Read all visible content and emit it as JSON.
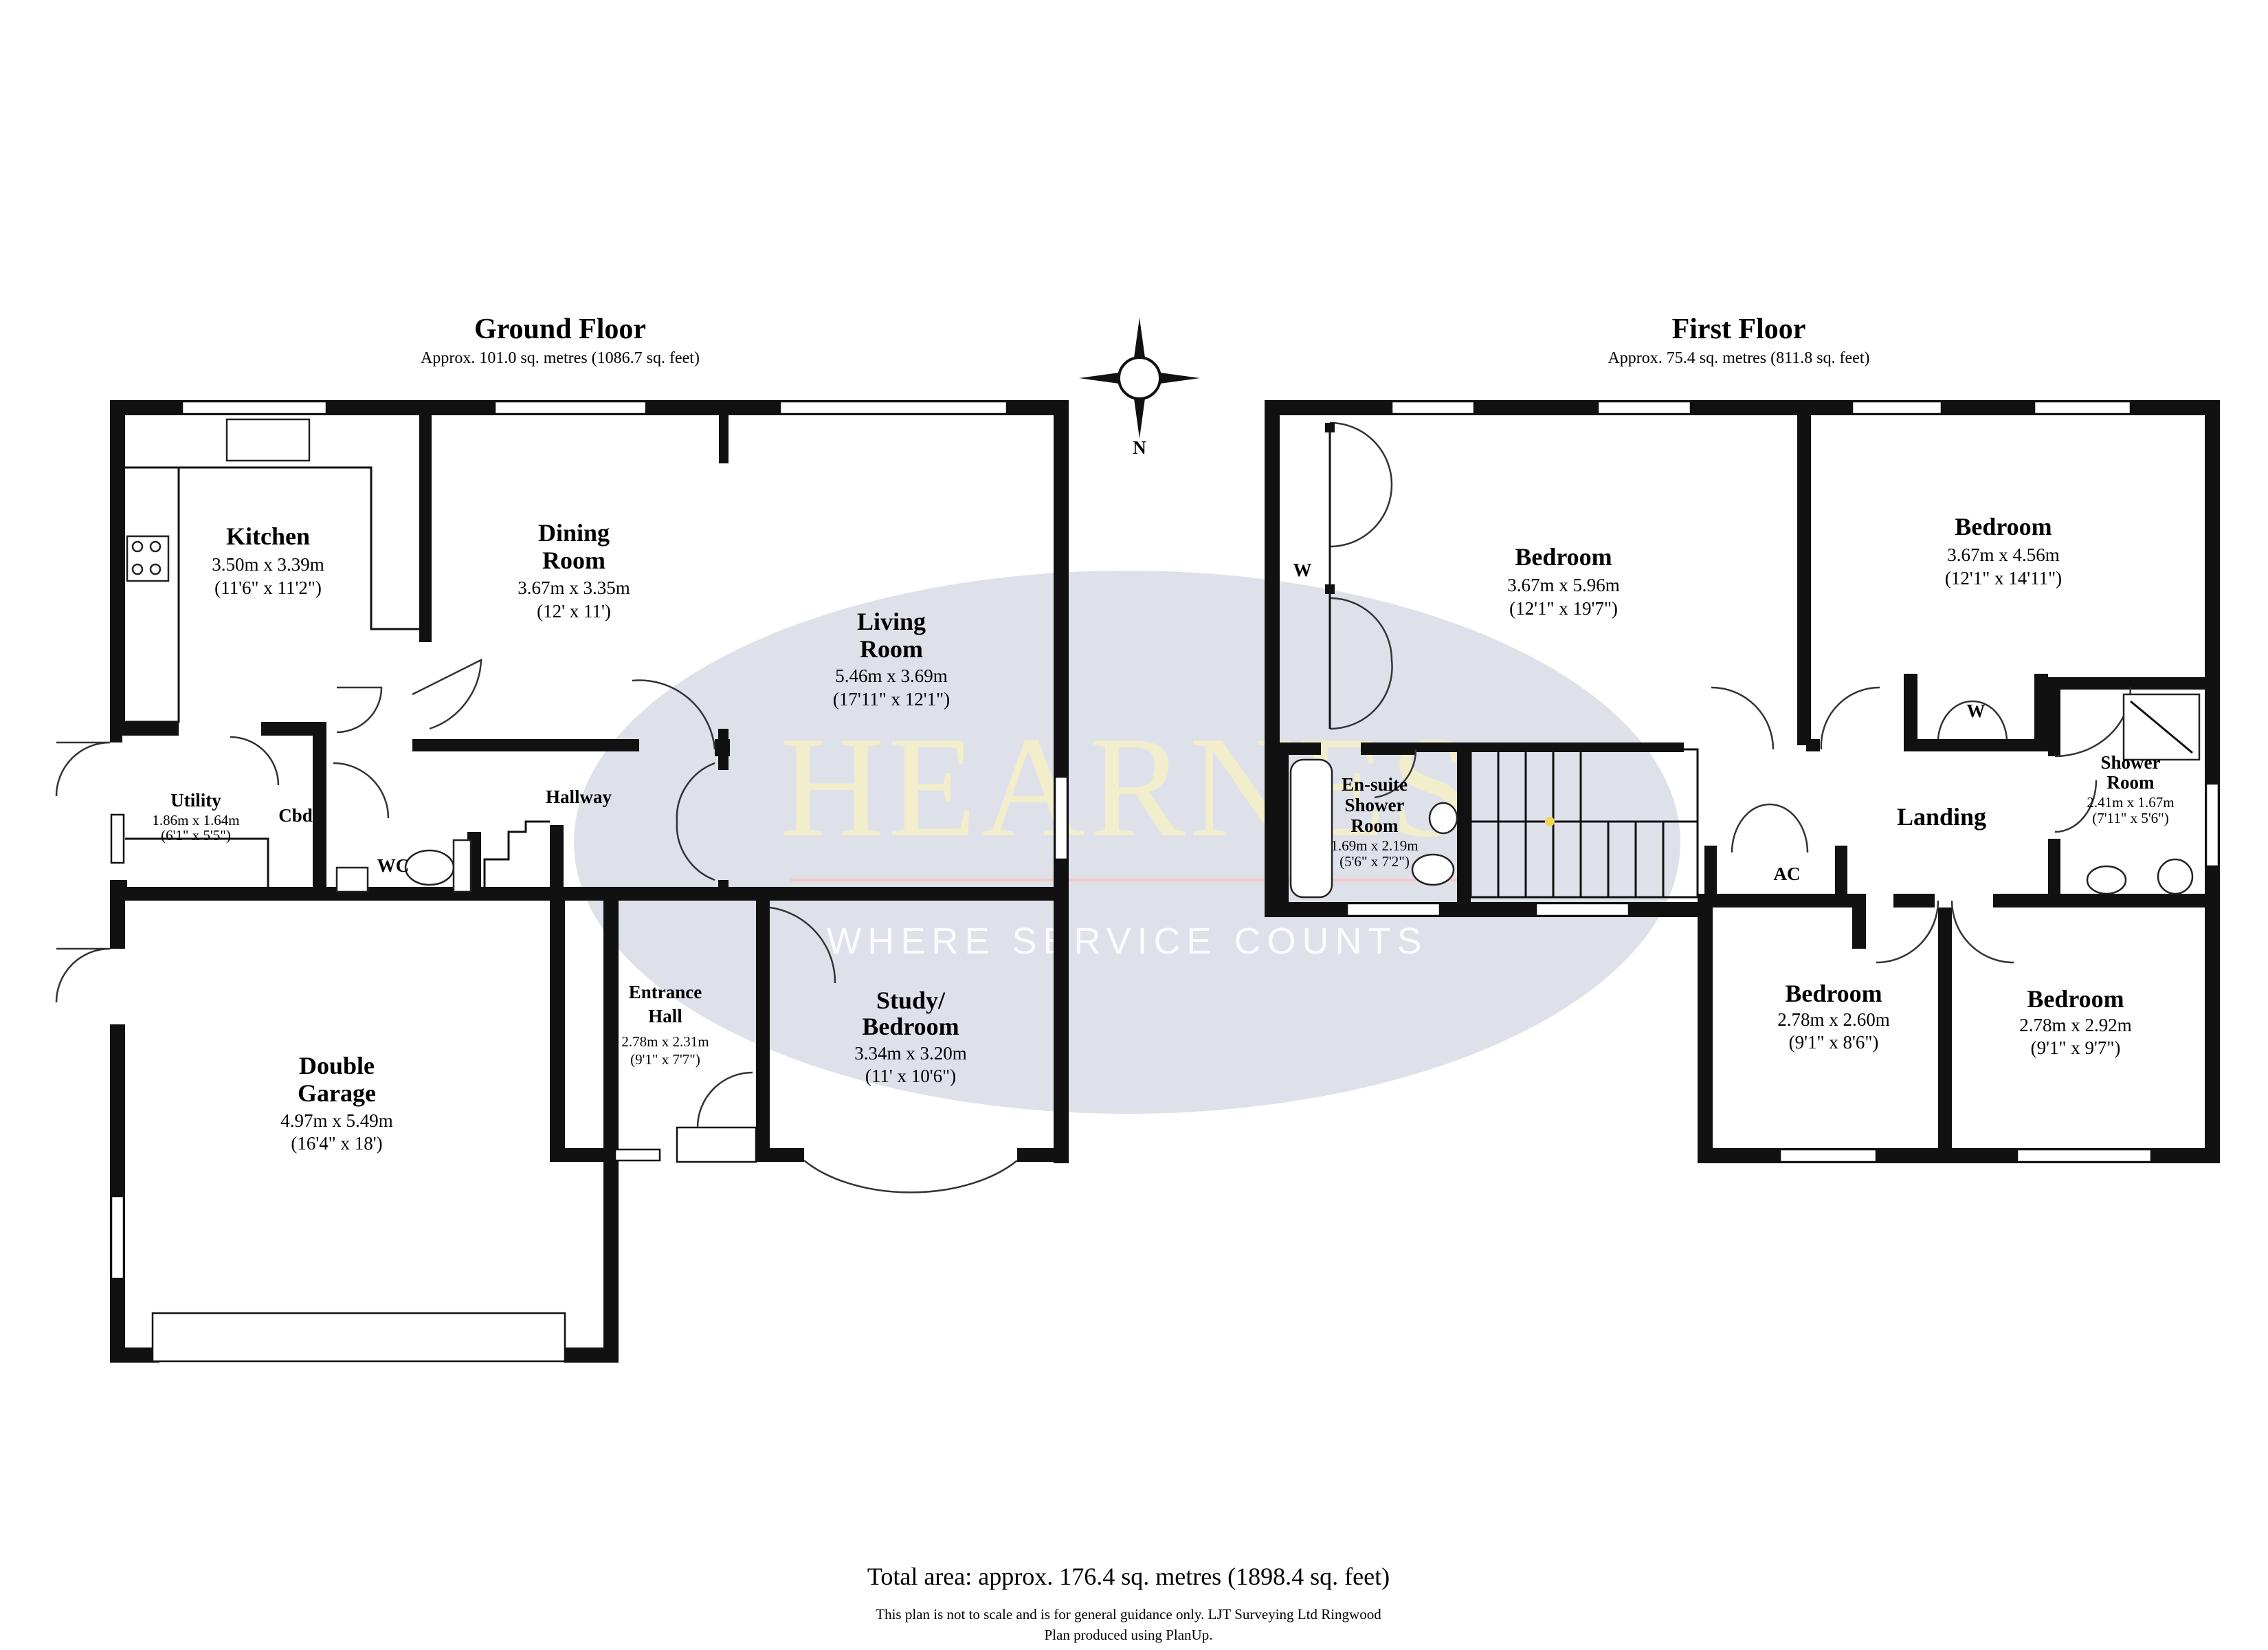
{
  "watermark": {
    "brand": "HEARNES",
    "tagline": "WHERE SERVICE COUNTS"
  },
  "compass": {
    "north_label": "N"
  },
  "ground_floor": {
    "title": "Ground Floor",
    "area": "Approx. 101.0 sq. metres (1086.7 sq. feet)",
    "rooms": {
      "kitchen": {
        "name": "Kitchen",
        "metric": "3.50m x 3.39m",
        "imperial": "(11'6\" x 11'2\")"
      },
      "dining": {
        "name_l1": "Dining",
        "name_l2": "Room",
        "metric": "3.67m x 3.35m",
        "imperial": "(12' x 11')"
      },
      "living": {
        "name_l1": "Living",
        "name_l2": "Room",
        "metric": "5.46m x 3.69m",
        "imperial": "(17'11\" x 12'1\")"
      },
      "utility": {
        "name": "Utility",
        "metric": "1.86m x 1.64m",
        "imperial": "(6'1\" x 5'5\")"
      },
      "cbd": {
        "name": "Cbd"
      },
      "wc": {
        "name": "WC"
      },
      "hallway": {
        "name": "Hallway"
      },
      "entrance": {
        "name_l1": "Entrance",
        "name_l2": "Hall",
        "metric": "2.78m x 2.31m",
        "imperial": "(9'1\" x 7'7\")"
      },
      "study": {
        "name_l1": "Study/",
        "name_l2": "Bedroom",
        "metric": "3.34m x 3.20m",
        "imperial": "(11' x 10'6\")"
      },
      "garage": {
        "name_l1": "Double",
        "name_l2": "Garage",
        "metric": "4.97m x 5.49m",
        "imperial": "(16'4\" x 18')"
      }
    }
  },
  "first_floor": {
    "title": "First Floor",
    "area": "Approx. 75.4 sq. metres (811.8 sq. feet)",
    "rooms": {
      "bedroom_main": {
        "name": "Bedroom",
        "metric": "3.67m x 5.96m",
        "imperial": "(12'1\" x 19'7\")"
      },
      "bedroom_ne": {
        "name": "Bedroom",
        "metric": "3.67m x 4.56m",
        "imperial": "(12'1\" x 14'11\")"
      },
      "ensuite": {
        "name_l1": "En-suite",
        "name_l2": "Shower",
        "name_l3": "Room",
        "metric": "1.69m x 2.19m",
        "imperial": "(5'6\" x 7'2\")"
      },
      "landing": {
        "name": "Landing"
      },
      "shower": {
        "name_l1": "Shower",
        "name_l2": "Room",
        "metric": "2.41m x 1.67m",
        "imperial": "(7'11\" x 5'6\")"
      },
      "ac": {
        "name": "AC"
      },
      "bedroom_sw": {
        "name": "Bedroom",
        "metric": "2.78m x 2.60m",
        "imperial": "(9'1\" x 8'6\")"
      },
      "bedroom_se": {
        "name": "Bedroom",
        "metric": "2.78m x 2.92m",
        "imperial": "(9'1\" x 9'7\")"
      },
      "wardrobe_label": "W"
    }
  },
  "footer": {
    "total": "Total area: approx. 176.4 sq. metres (1898.4 sq. feet)",
    "disclaimer": "This plan is not to scale and is for general guidance only. LJT Surveying Ltd Ringwood",
    "credit": "Plan produced using PlanUp."
  }
}
